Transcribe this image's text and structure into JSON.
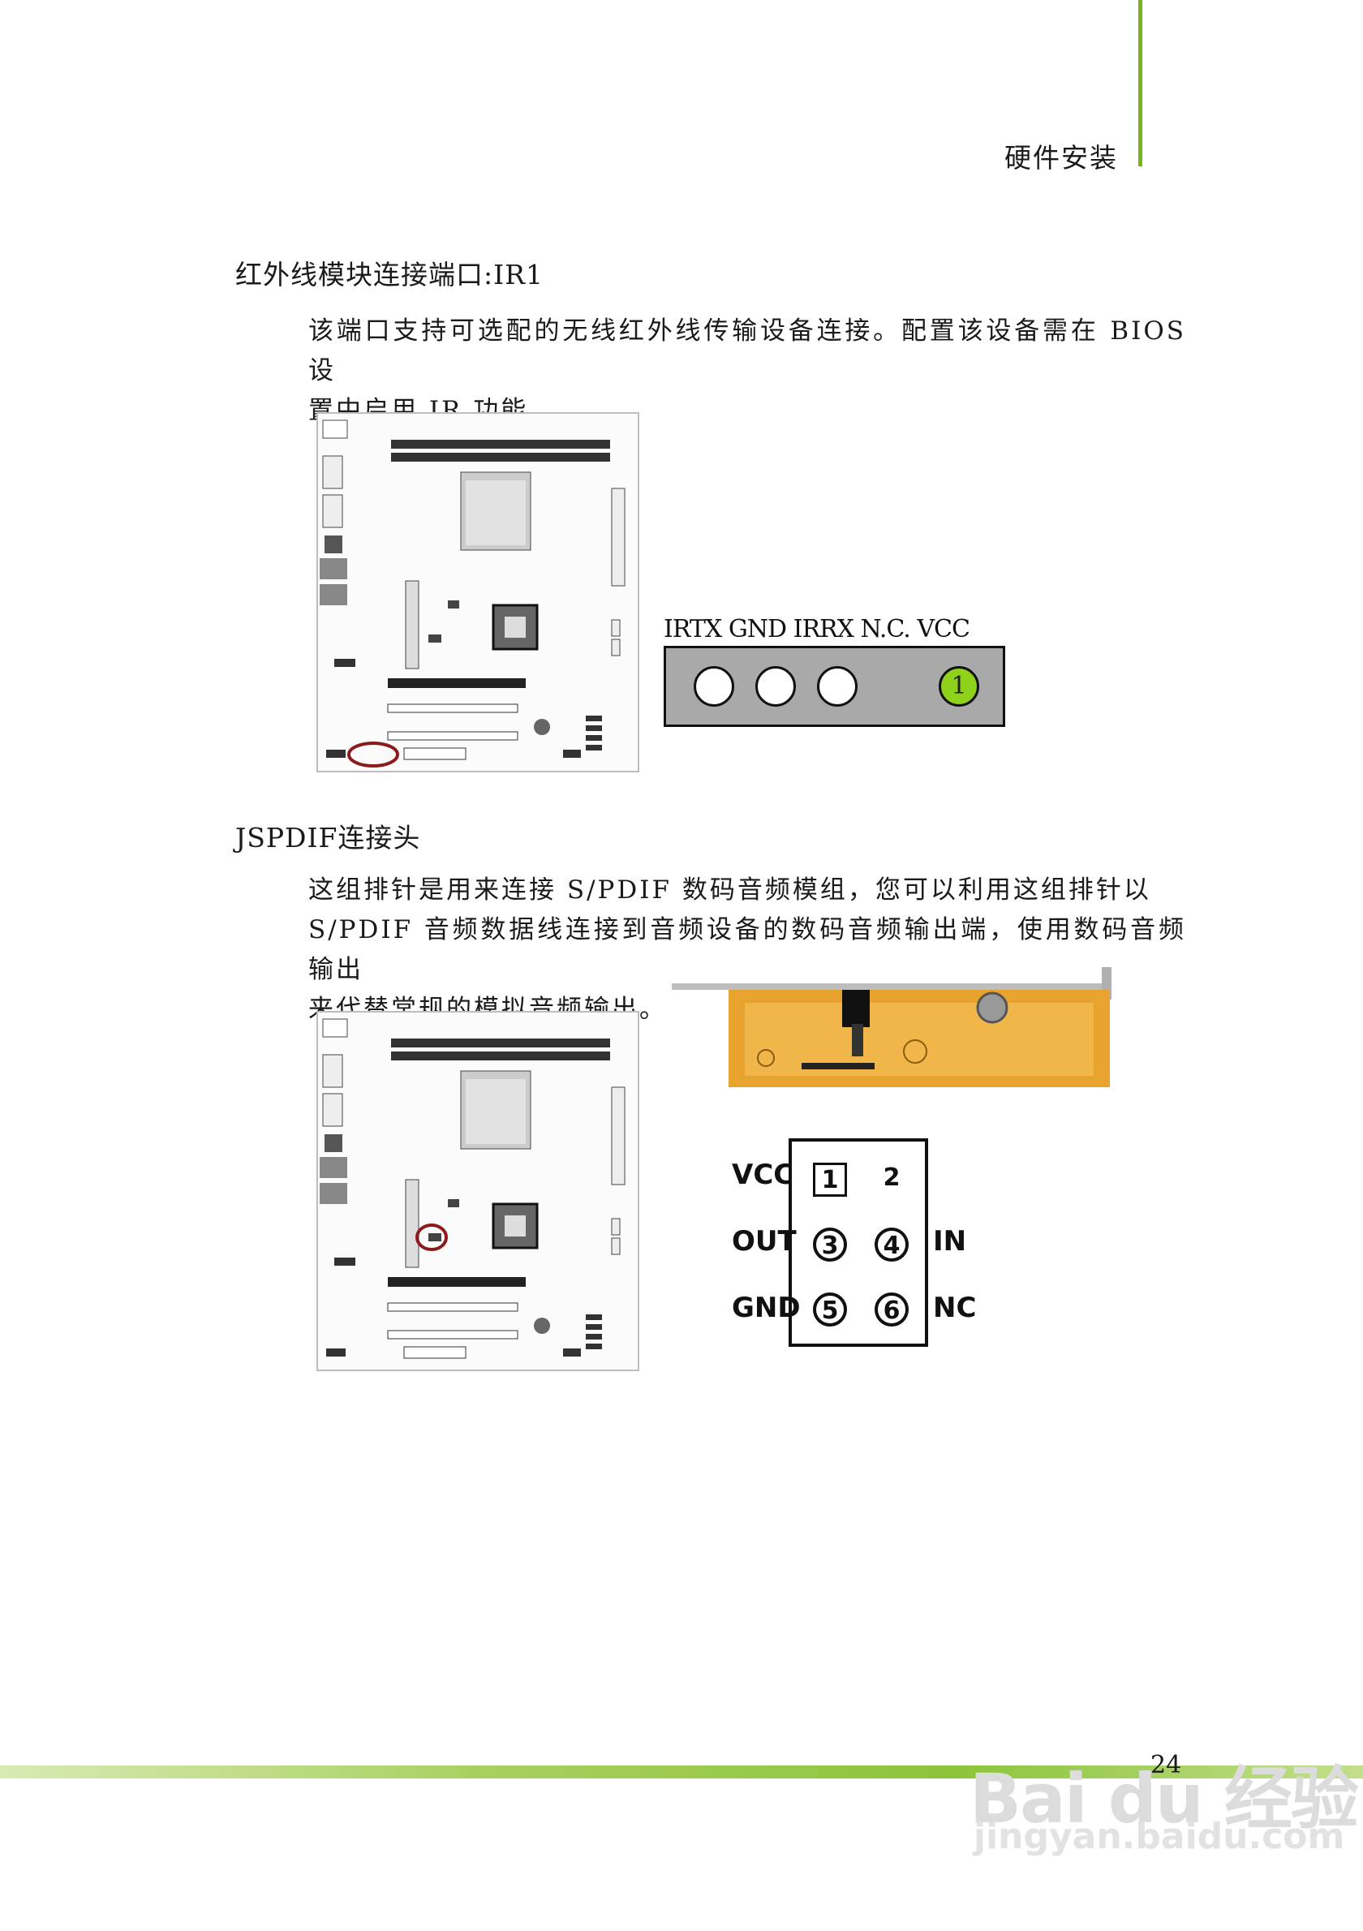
{
  "header": {
    "title": "硬件安装"
  },
  "sections": [
    {
      "title": "红外线模块连接端口:IR1",
      "paragraph": [
        "该端口支持可选配的无线红外线传输设备连接。配置该设备需在 BIOS 设",
        "置中启用 IR 功能。"
      ],
      "pin_labels": "IRTX GND IRRX  N.C. VCC",
      "pin_one": "1"
    },
    {
      "title": "JSPDIF连接头",
      "paragraph": [
        "这组排针是用来连接 S/PDIF 数码音频模组，您可以利用这组排针以",
        "S/PDIF 音频数据线连接到音频设备的数码音频输出端，使用数码音频输出",
        "来代替常规的模拟音频输出。"
      ],
      "pins": {
        "vcc": "VCC",
        "out": "OUT",
        "gnd": "GND",
        "in": "IN",
        "nc": "NC",
        "p1": "1",
        "p2": "2",
        "p3": "3",
        "p4": "4",
        "p5": "5",
        "p6": "6"
      }
    }
  ],
  "footer": {
    "page_number": "24"
  },
  "watermark": {
    "brand": "Bai du 经验",
    "url": "jingyan.baidu.com"
  },
  "colors": {
    "accent_green": "#78b51c",
    "pin_green": "#8ed21c",
    "highlight_circle": "#8b1a1a"
  }
}
